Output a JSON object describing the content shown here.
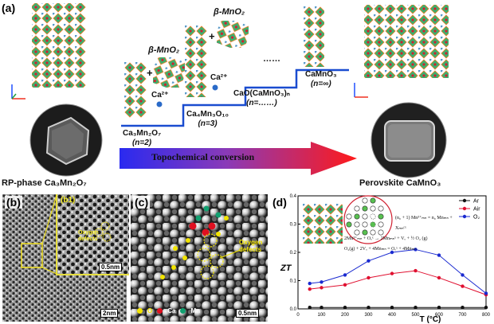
{
  "panel_a": {
    "letter": "(a)",
    "left_caption": "RP-phase Ca₃Mn₂O₇",
    "right_caption": "Perovskite CaMnO₃",
    "arrow_label": "Topochemical conversion",
    "steps": [
      {
        "formula": "Ca₃Mn₂O₇",
        "n": "(n=2)"
      },
      {
        "formula": "Ca₄Mn₃O₁₀",
        "n": "(n=3)"
      },
      {
        "formula": "CaO(CaMnO₃)ₙ",
        "n": "(n=……)"
      },
      {
        "formula": "CaMnO₃",
        "n": "(n=∞)"
      }
    ],
    "reagents": [
      "β-MnO₂",
      "β-MnO₂"
    ],
    "ion": "Ca²⁺",
    "dots": "……",
    "plus": "+"
  },
  "panel_b": {
    "letter": "(b)",
    "inset_letter": "(b1)",
    "inset_note": "Oxygen defects",
    "scale_main": "2nm",
    "scale_inset": "0.5nm"
  },
  "panel_c": {
    "letter": "(c)",
    "note": "Oxygen defects",
    "scale": "0.5nm",
    "legend": [
      {
        "label": "O",
        "color": "#f2e400"
      },
      {
        "label": "Ca",
        "color": "#e01020"
      },
      {
        "label": "Mn",
        "color": "#12a070"
      }
    ]
  },
  "panel_d": {
    "letter": "(d)",
    "equations": [
      "(n₀ + 1) Mn³⁺ₘₙ = n₀ Mnₘₙ + Xₘₙᶜˣ",
      "2Mn³⁺ₘₙ + Oₒˣ → 2Mnₘₙˣ + Vₒ + ½ O₂ (g)",
      "O₂(g) + 2Vₒ + 4Mnₘₙ = Oₒˣ + 4Mnₘₙ"
    ],
    "chart_data": {
      "type": "line",
      "xlabel": "T (°C)",
      "ylabel": "ZT",
      "xlim": [
        0,
        800
      ],
      "ylim": [
        0,
        0.4
      ],
      "xticks": [
        0,
        100,
        200,
        300,
        400,
        500,
        600,
        700,
        800
      ],
      "yticks": [
        0.0,
        0.1,
        0.2,
        0.3,
        0.4
      ],
      "legend_position": "top-right",
      "series": [
        {
          "name": "Ar",
          "color": "#111111",
          "x": [
            50,
            100,
            200,
            300,
            400,
            500,
            600,
            700,
            800
          ],
          "y": [
            0.005,
            0.005,
            0.005,
            0.005,
            0.005,
            0.005,
            0.005,
            0.005,
            0.005
          ]
        },
        {
          "name": "Air",
          "color": "#e01030",
          "x": [
            50,
            100,
            200,
            300,
            400,
            500,
            600,
            700,
            800
          ],
          "y": [
            0.07,
            0.075,
            0.085,
            0.11,
            0.125,
            0.135,
            0.11,
            0.08,
            0.05
          ]
        },
        {
          "name": "O₂",
          "color": "#1a2ad0",
          "x": [
            50,
            100,
            200,
            300,
            400,
            500,
            600,
            700,
            800
          ],
          "y": [
            0.09,
            0.095,
            0.12,
            0.17,
            0.2,
            0.21,
            0.19,
            0.12,
            0.055
          ]
        }
      ]
    }
  }
}
